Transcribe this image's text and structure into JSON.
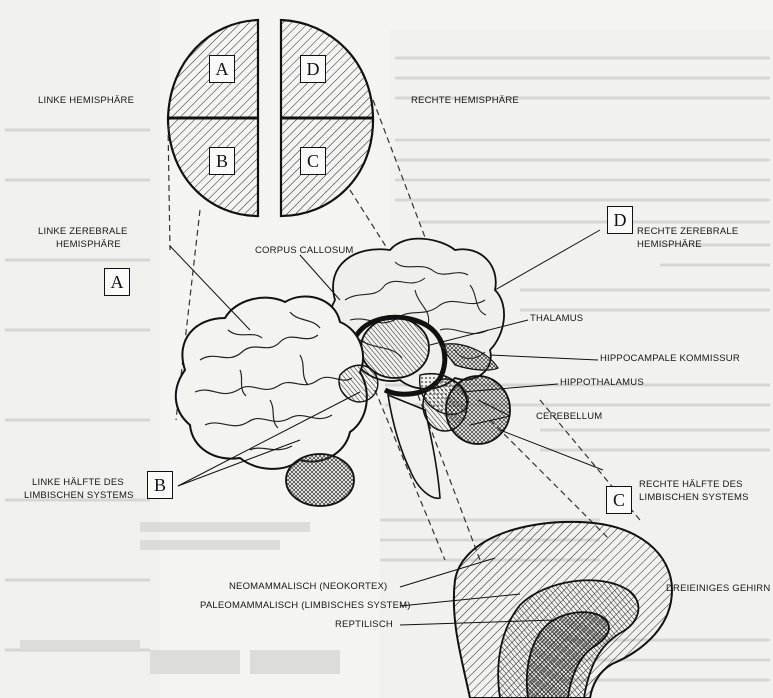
{
  "labels": {
    "left_hemisphere": "LINKE HEMISPHÄRE",
    "right_hemisphere": "RECHTE HEMISPHÄRE",
    "left_cerebral_1": "LINKE ZEREBRALE",
    "left_cerebral_2": "HEMISPHÄRE",
    "right_cerebral_1": "RECHTE ZEREBRALE",
    "right_cerebral_2": "HEMISPHÄRE",
    "corpus_callosum": "CORPUS CALLOSUM",
    "thalamus": "THALAMUS",
    "hippocampal_commissure": "HIPPOCAMPALE KOMMISSUR",
    "hypothalamus": "HIPPOTHALAMUS",
    "cerebellum": "CEREBELLUM",
    "left_limbic_1": "LINKE HÄLFTE DES",
    "left_limbic_2": "LIMBISCHEN SYSTEMS",
    "right_limbic_1": "RECHTE HÄLFTE DES",
    "right_limbic_2": "LIMBISCHEN SYSTEMS",
    "neomammalian": "NEOMAMMALISCH (NEOKORTEX)",
    "paleomammalian": "PALEOMAMMALISCH (LIMBISCHES SYSTEM)",
    "reptilian": "REPTILISCH",
    "triune_brain": "DREIEINIGES GEHIRN"
  },
  "quadrants": {
    "a": "A",
    "b": "B",
    "c": "C",
    "d": "D"
  },
  "markers": {
    "a": "A",
    "b": "B",
    "c": "C",
    "d": "D"
  },
  "colors": {
    "ink": "#111111",
    "paper": "#f4f4f2",
    "shade": "#5a5a5a"
  }
}
